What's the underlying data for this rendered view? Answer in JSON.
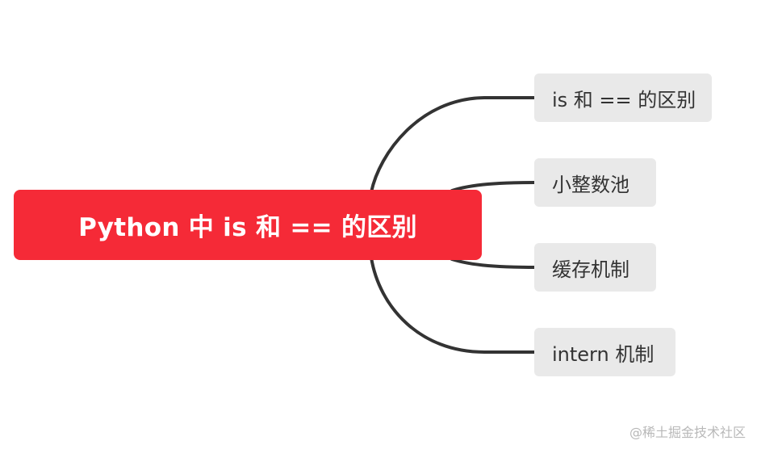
{
  "mindmap": {
    "root": {
      "label": "Python 中 is 和 == 的区别",
      "color": "#f52a37"
    },
    "branches": [
      {
        "label": "is 和 == 的区别"
      },
      {
        "label": "小整数池"
      },
      {
        "label": "缓存机制"
      },
      {
        "label": "intern 机制"
      }
    ],
    "connector_color": "#333333",
    "branch_color": "#e9e9e9"
  },
  "watermark": "@稀土掘金技术社区"
}
